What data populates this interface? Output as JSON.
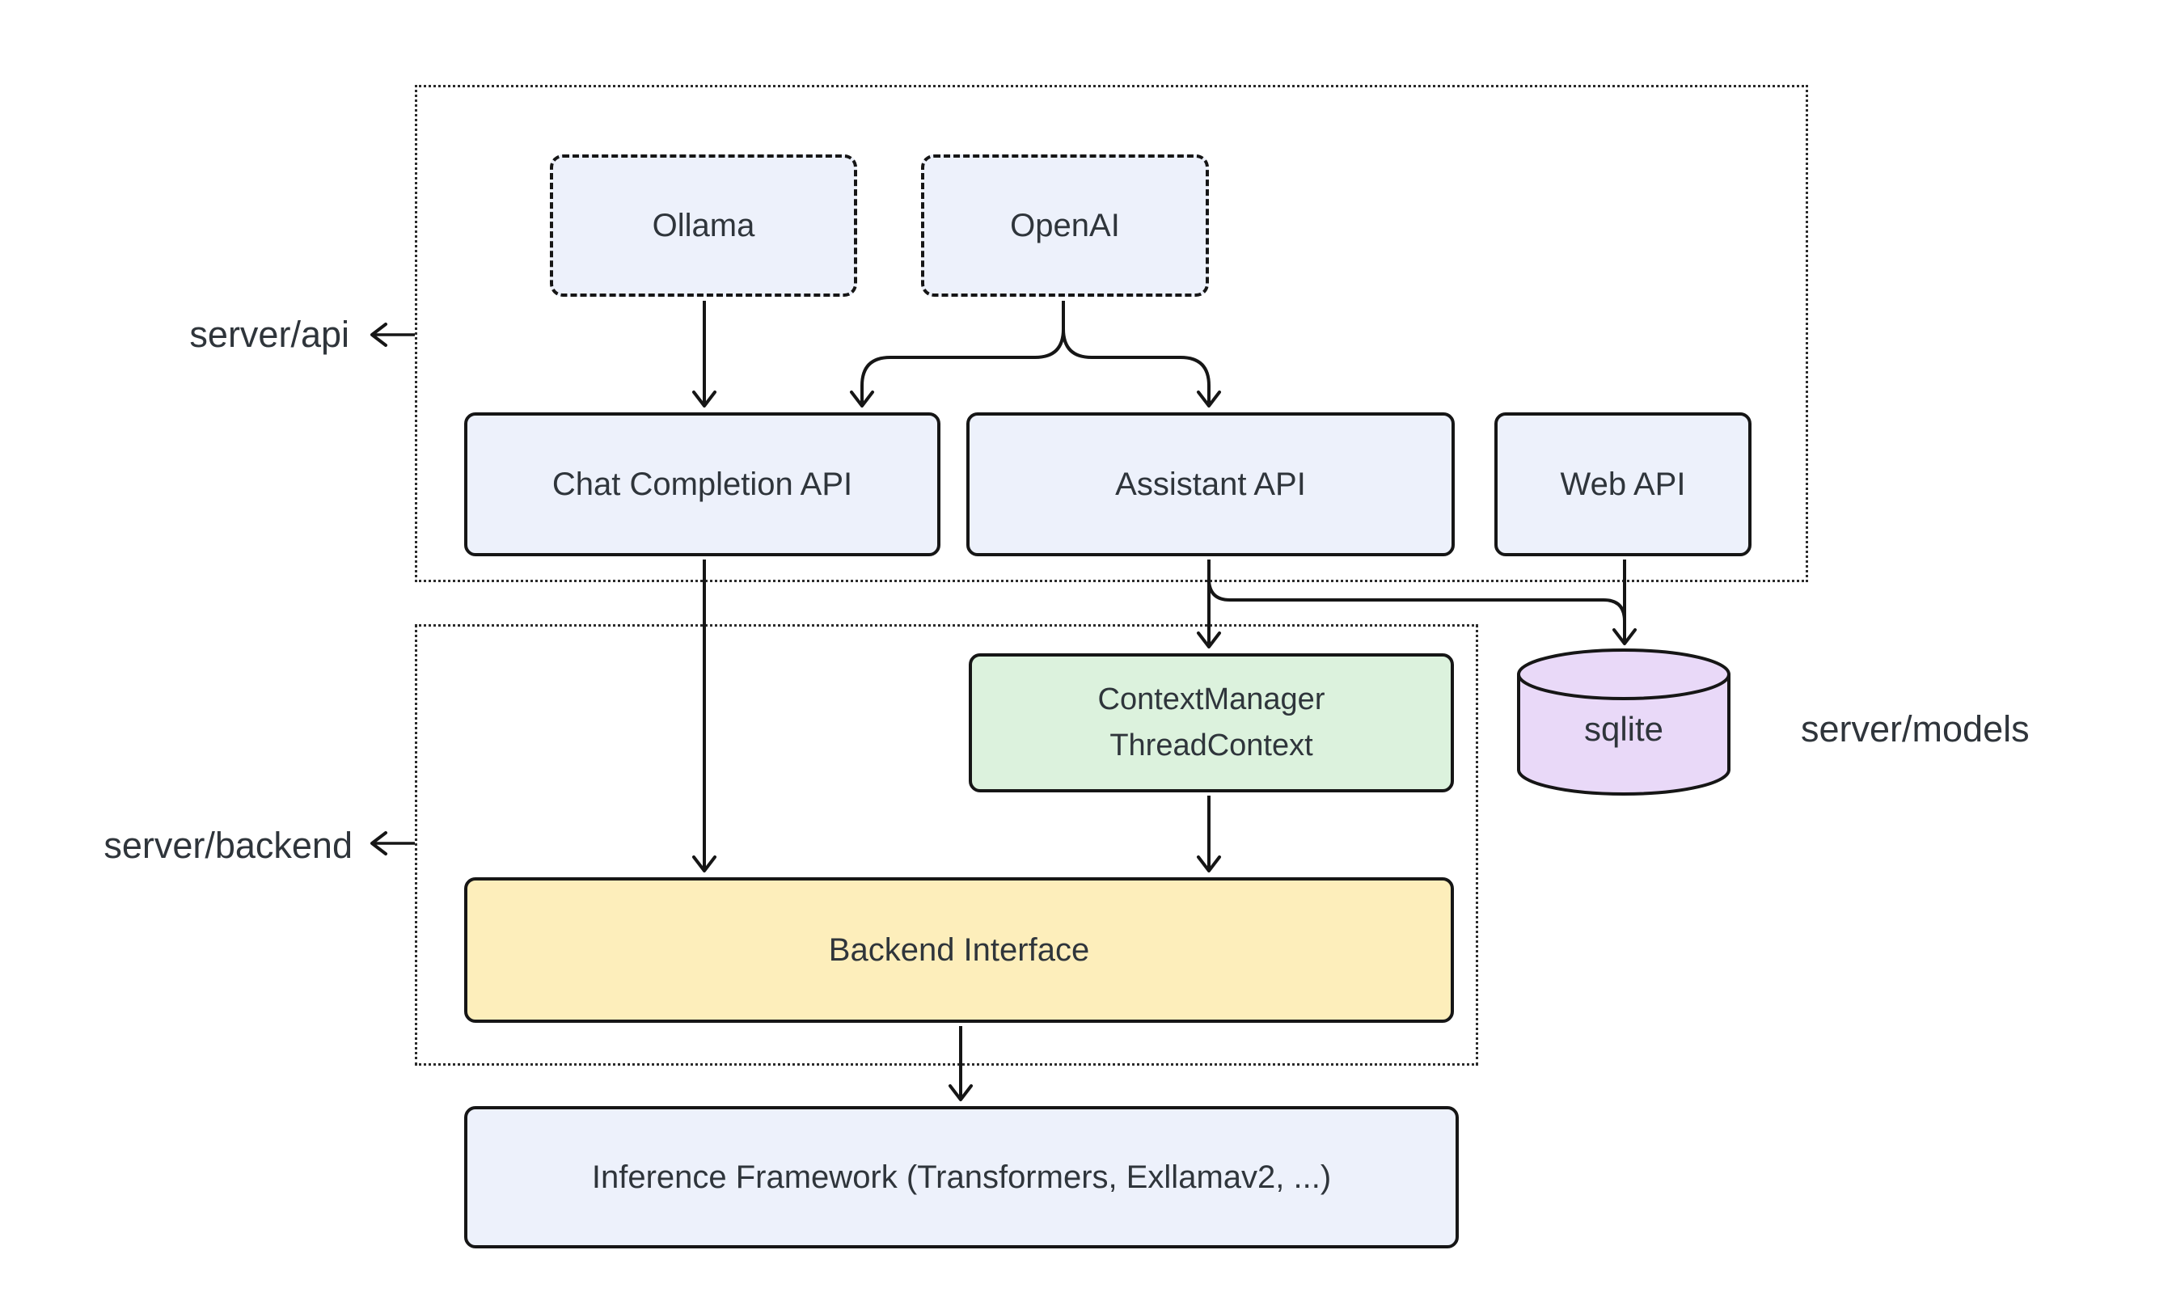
{
  "diagram": {
    "groups": {
      "server_api": {
        "label": "server/api"
      },
      "server_backend": {
        "label": "server/backend"
      },
      "server_models": {
        "label": "server/models"
      }
    },
    "nodes": {
      "ollama": {
        "label": "Ollama"
      },
      "openai": {
        "label": "OpenAI"
      },
      "chat_completion_api": {
        "label": "Chat Completion API"
      },
      "assistant_api": {
        "label": "Assistant API"
      },
      "web_api": {
        "label": "Web API"
      },
      "context_manager": {
        "line1": "ContextManager",
        "line2": "ThreadContext"
      },
      "sqlite": {
        "label": "sqlite"
      },
      "backend_interface": {
        "label": "Backend Interface"
      },
      "inference_framework": {
        "label": "Inference Framework (Transformers, Exllamav2, ...)"
      }
    },
    "edges": [
      {
        "from": "ollama",
        "to": "chat_completion_api"
      },
      {
        "from": "openai",
        "to": "chat_completion_api"
      },
      {
        "from": "openai",
        "to": "assistant_api"
      },
      {
        "from": "chat_completion_api",
        "to": "backend_interface"
      },
      {
        "from": "assistant_api",
        "to": "context_manager"
      },
      {
        "from": "assistant_api",
        "to": "sqlite"
      },
      {
        "from": "web_api",
        "to": "sqlite"
      },
      {
        "from": "context_manager",
        "to": "backend_interface"
      },
      {
        "from": "backend_interface",
        "to": "inference_framework"
      },
      {
        "from": "server_api_border",
        "to": "server_api_label"
      },
      {
        "from": "server_backend_border",
        "to": "server_backend_label"
      }
    ],
    "colors": {
      "node_fill_blue": "#edf1fb",
      "node_fill_green": "#dcf2dd",
      "node_fill_yellow": "#fdeebb",
      "node_fill_purple": "#e9d9f8",
      "stroke": "#161616",
      "text": "#2f353b",
      "background": "#ffffff"
    }
  }
}
